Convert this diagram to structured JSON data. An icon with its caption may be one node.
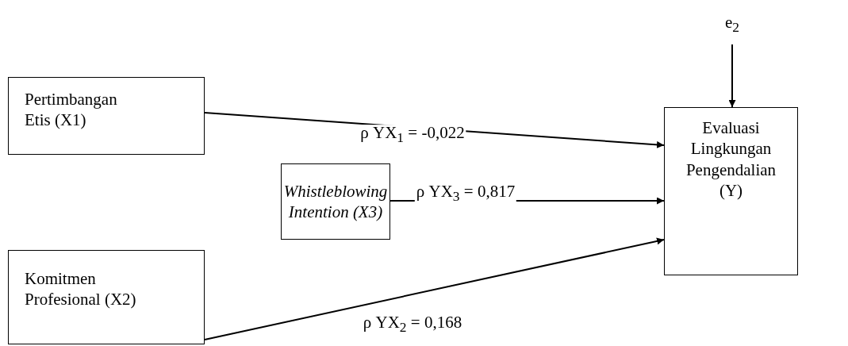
{
  "diagram": {
    "nodes": [
      {
        "text": [
          "Pertimbangan Etis (X1)"
        ]
      },
      {
        "text": [
          "Whistleblowing Intention (X3)"
        ]
      },
      {
        "text": [
          "Komitmen Profesional (X2)"
        ]
      },
      {
        "text": [
          "Evaluasi Lingkungan Pengendalian (Y)"
        ]
      },
      {
        "text": [
          "e$_{2}$"
        ]
      }
    ],
    "edges": [
      {
        "from": 0,
        "to": 3,
        "arrow": "to",
        "label": "ρ YX$_{1}$ = -0,022"
      },
      {
        "from": 1,
        "to": 3,
        "arrow": "to",
        "label": "ρ YX$_{3}$ = 0,817"
      },
      {
        "from": 2,
        "to": 3,
        "arrow": "to",
        "label": "ρ YX$_{2}$ = 0,168"
      },
      {
        "from": 4,
        "to": 3,
        "arrow": "to"
      }
    ]
  }
}
